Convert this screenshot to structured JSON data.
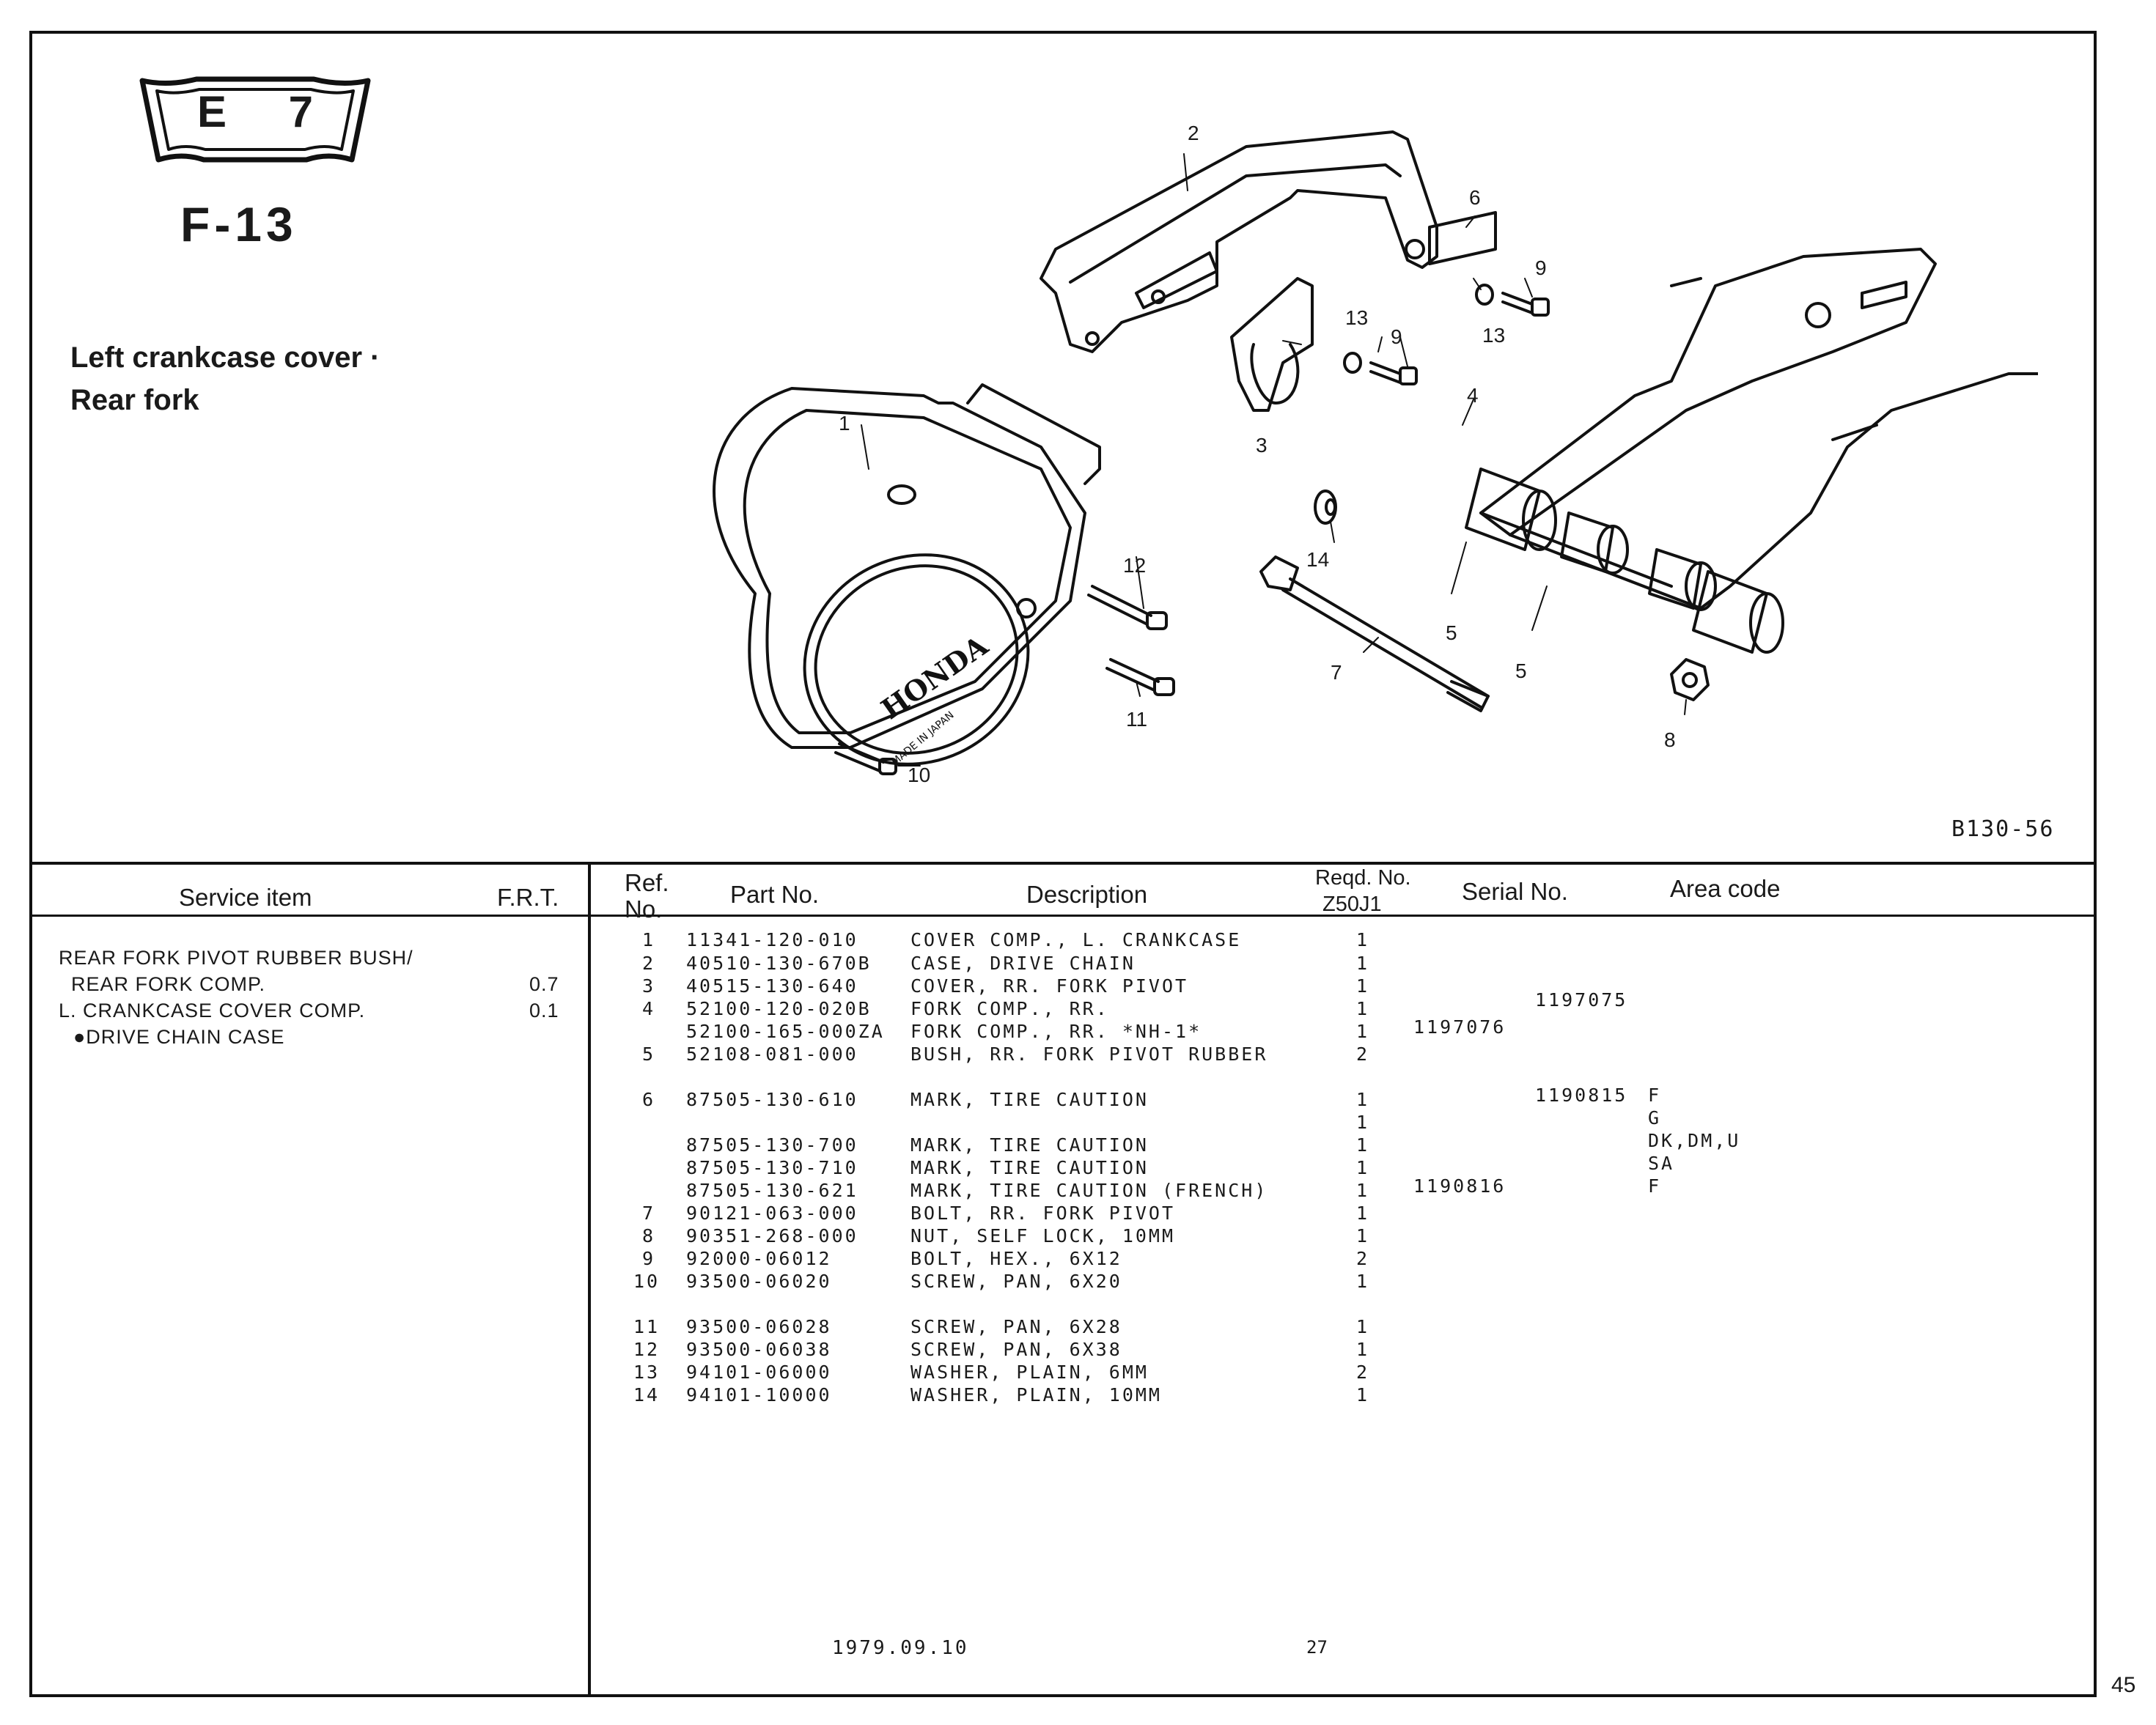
{
  "header": {
    "section_badge": "E 7",
    "subsection": "F-13",
    "title_line1": "Left crankcase cover ·",
    "title_line2": "Rear fork"
  },
  "diagram": {
    "code": "B130-56",
    "callouts": [
      "1",
      "2",
      "3",
      "4",
      "5",
      "5",
      "6",
      "7",
      "8",
      "9",
      "9",
      "10",
      "11",
      "12",
      "13",
      "13",
      "14"
    ],
    "stamp_lines": [
      "HONDA",
      "MADE IN JAPAN"
    ]
  },
  "service_table": {
    "headers": {
      "item": "Service item",
      "frt": "F.R.T."
    },
    "rows": [
      {
        "item": "REAR FORK PIVOT RUBBER BUSH/",
        "frt": ""
      },
      {
        "item": "  REAR FORK COMP.",
        "frt": "0.7"
      },
      {
        "item": "L. CRANKCASE COVER COMP.",
        "frt": "0.1"
      },
      {
        "item": "●DRIVE CHAIN CASE",
        "frt": ""
      }
    ]
  },
  "parts_table": {
    "headers": {
      "ref_line1": "Ref.",
      "ref_line2": "No.",
      "part_no": "Part No.",
      "description": "Description",
      "reqd_line1": "Reqd. No.",
      "reqd_line2": "Z50J1",
      "serial": "Serial No.",
      "area": "Area code"
    },
    "rows": [
      {
        "ref": "1",
        "part": "11341-120-010",
        "desc": "COVER COMP., L. CRANKCASE",
        "qty": "1",
        "serial_from": "",
        "serial_to": "",
        "area": ""
      },
      {
        "ref": "2",
        "part": "40510-130-670B",
        "desc": "CASE, DRIVE CHAIN",
        "qty": "1",
        "serial_from": "",
        "serial_to": "",
        "area": ""
      },
      {
        "ref": "3",
        "part": "40515-130-640",
        "desc": "COVER, RR. FORK PIVOT",
        "qty": "1",
        "serial_from": "",
        "serial_to": "",
        "area": ""
      },
      {
        "ref": "4",
        "part": "52100-120-020B",
        "desc": "FORK COMP., RR.",
        "qty": "1",
        "serial_from": "",
        "serial_to": "1197075",
        "area": ""
      },
      {
        "ref": "",
        "part": "52100-165-000ZA",
        "desc": "FORK COMP., RR. *NH-1*",
        "qty": "1",
        "serial_from": "1197076",
        "serial_to": "",
        "area": ""
      },
      {
        "ref": "5",
        "part": "52108-081-000",
        "desc": "BUSH, RR. FORK PIVOT RUBBER",
        "qty": "2",
        "serial_from": "",
        "serial_to": "",
        "area": ""
      },
      {
        "ref": "6",
        "part": "87505-130-610",
        "desc": "MARK, TIRE CAUTION",
        "qty": "1",
        "serial_from": "",
        "serial_to": "1190815",
        "area": "F"
      },
      {
        "ref": "",
        "part": "",
        "desc": "",
        "qty": "1",
        "serial_from": "",
        "serial_to": "",
        "area": "G"
      },
      {
        "ref": "",
        "part": "87505-130-700",
        "desc": "MARK, TIRE CAUTION",
        "qty": "1",
        "serial_from": "",
        "serial_to": "",
        "area": "DK,DM,U"
      },
      {
        "ref": "",
        "part": "87505-130-710",
        "desc": "MARK, TIRE CAUTION",
        "qty": "1",
        "serial_from": "",
        "serial_to": "",
        "area": "SA"
      },
      {
        "ref": "",
        "part": "87505-130-621",
        "desc": "MARK, TIRE CAUTION (FRENCH)",
        "qty": "1",
        "serial_from": "1190816",
        "serial_to": "",
        "area": "F"
      },
      {
        "ref": "7",
        "part": "90121-063-000",
        "desc": "BOLT, RR. FORK PIVOT",
        "qty": "1",
        "serial_from": "",
        "serial_to": "",
        "area": ""
      },
      {
        "ref": "8",
        "part": "90351-268-000",
        "desc": "NUT, SELF LOCK, 10MM",
        "qty": "1",
        "serial_from": "",
        "serial_to": "",
        "area": ""
      },
      {
        "ref": "9",
        "part": "92000-06012",
        "desc": "BOLT, HEX., 6X12",
        "qty": "2",
        "serial_from": "",
        "serial_to": "",
        "area": ""
      },
      {
        "ref": "10",
        "part": "93500-06020",
        "desc": "SCREW, PAN, 6X20",
        "qty": "1",
        "serial_from": "",
        "serial_to": "",
        "area": ""
      },
      {
        "ref": "11",
        "part": "93500-06028",
        "desc": "SCREW, PAN, 6X28",
        "qty": "1",
        "serial_from": "",
        "serial_to": "",
        "area": ""
      },
      {
        "ref": "12",
        "part": "93500-06038",
        "desc": "SCREW, PAN, 6X38",
        "qty": "1",
        "serial_from": "",
        "serial_to": "",
        "area": ""
      },
      {
        "ref": "13",
        "part": "94101-06000",
        "desc": "WASHER, PLAIN, 6MM",
        "qty": "2",
        "serial_from": "",
        "serial_to": "",
        "area": ""
      },
      {
        "ref": "14",
        "part": "94101-10000",
        "desc": "WASHER, PLAIN, 10MM",
        "qty": "1",
        "serial_from": "",
        "serial_to": "",
        "area": ""
      }
    ]
  },
  "footer": {
    "date": "1979.09.10",
    "mark": "27",
    "page_number": "45"
  }
}
